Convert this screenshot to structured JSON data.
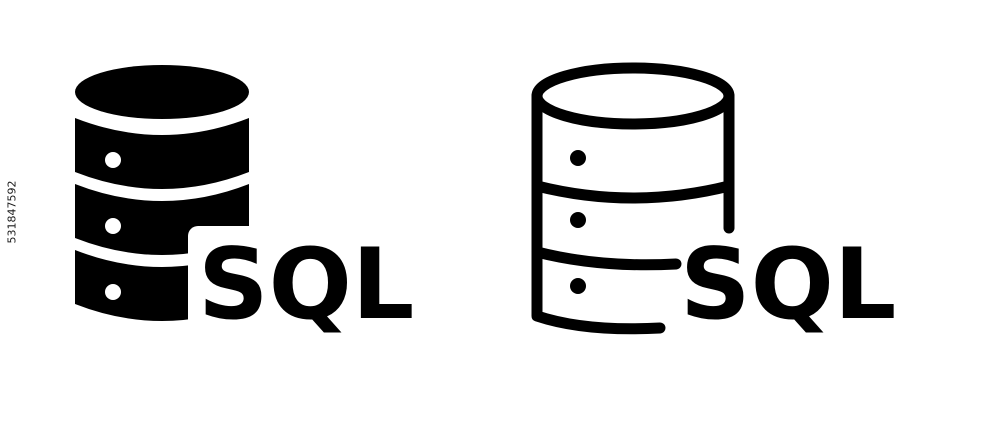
{
  "icons": [
    {
      "name": "database-sql-icon-filled",
      "style": "filled",
      "label": "SQL"
    },
    {
      "name": "database-sql-icon-outline",
      "style": "outline",
      "label": "SQL"
    }
  ],
  "side_text": "531847592",
  "colors": {
    "icon": "#000000",
    "background": "#ffffff"
  }
}
